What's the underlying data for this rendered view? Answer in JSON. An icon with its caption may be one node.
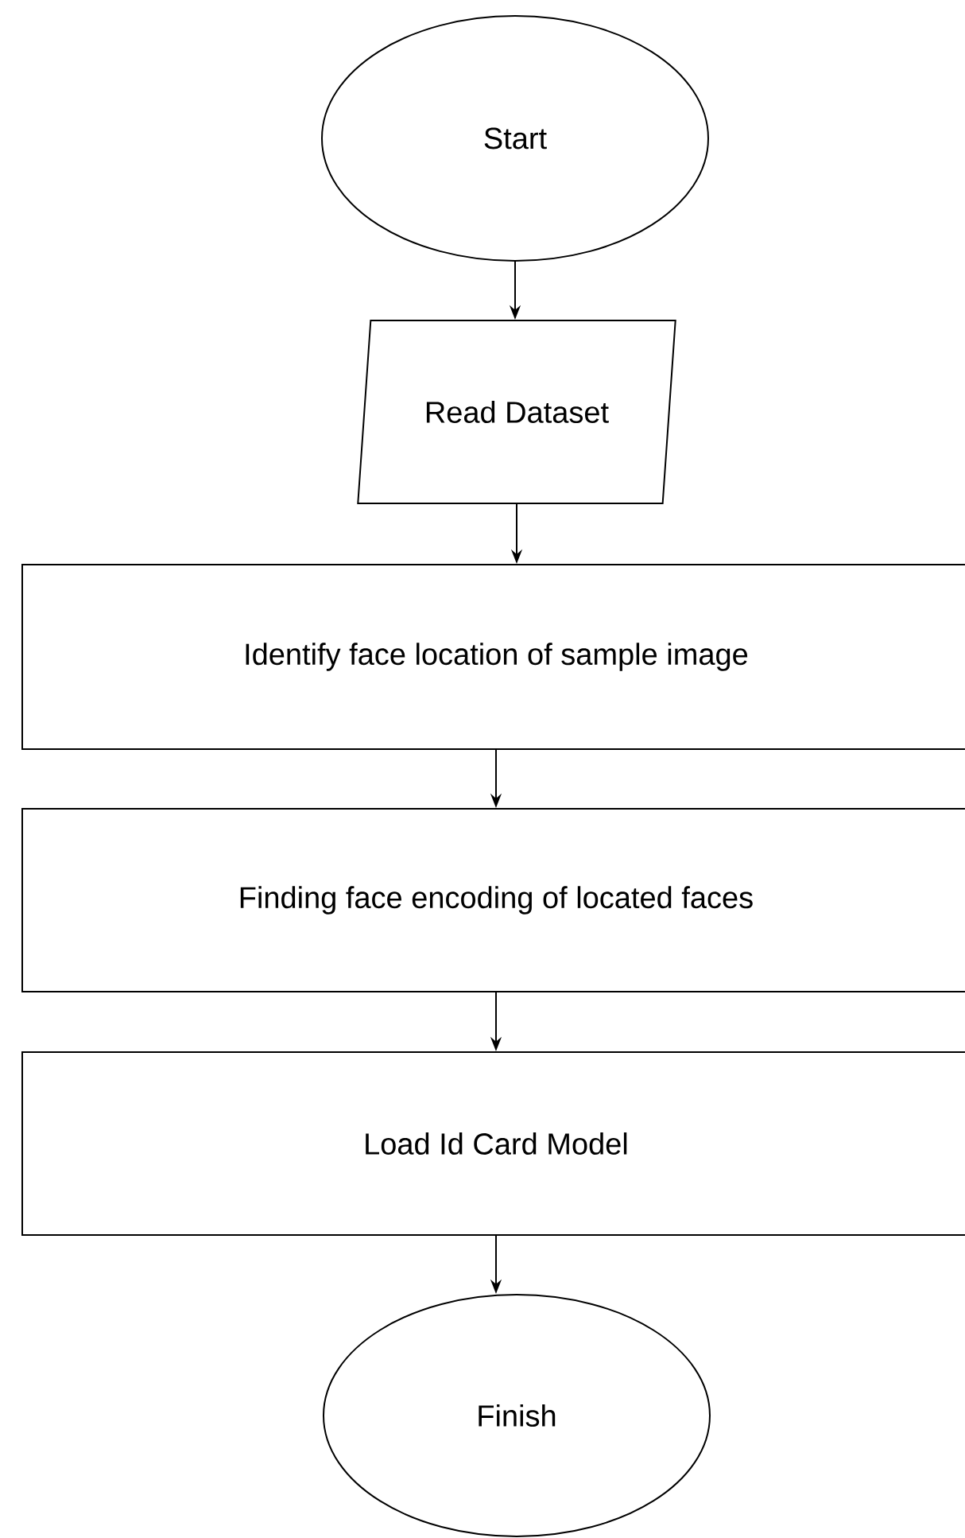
{
  "diagram": {
    "nodes": [
      {
        "text": [
          "Start"
        ]
      },
      {
        "text": [
          "Read Dataset"
        ]
      },
      {
        "text": [
          "Identify face location of sample image"
        ]
      },
      {
        "text": [
          "Finding face encoding of located faces"
        ]
      },
      {
        "text": [
          "Load Id Card  Model"
        ]
      },
      {
        "text": [
          "Finish"
        ]
      }
    ],
    "edges": [
      {
        "from": 0,
        "to": 1,
        "arrow": "to"
      },
      {
        "from": 1,
        "to": 2,
        "arrow": "to"
      },
      {
        "from": 2,
        "to": 3,
        "arrow": "to"
      },
      {
        "from": 3,
        "to": 4,
        "arrow": "to"
      },
      {
        "from": 4,
        "to": 5,
        "arrow": "to"
      }
    ]
  }
}
